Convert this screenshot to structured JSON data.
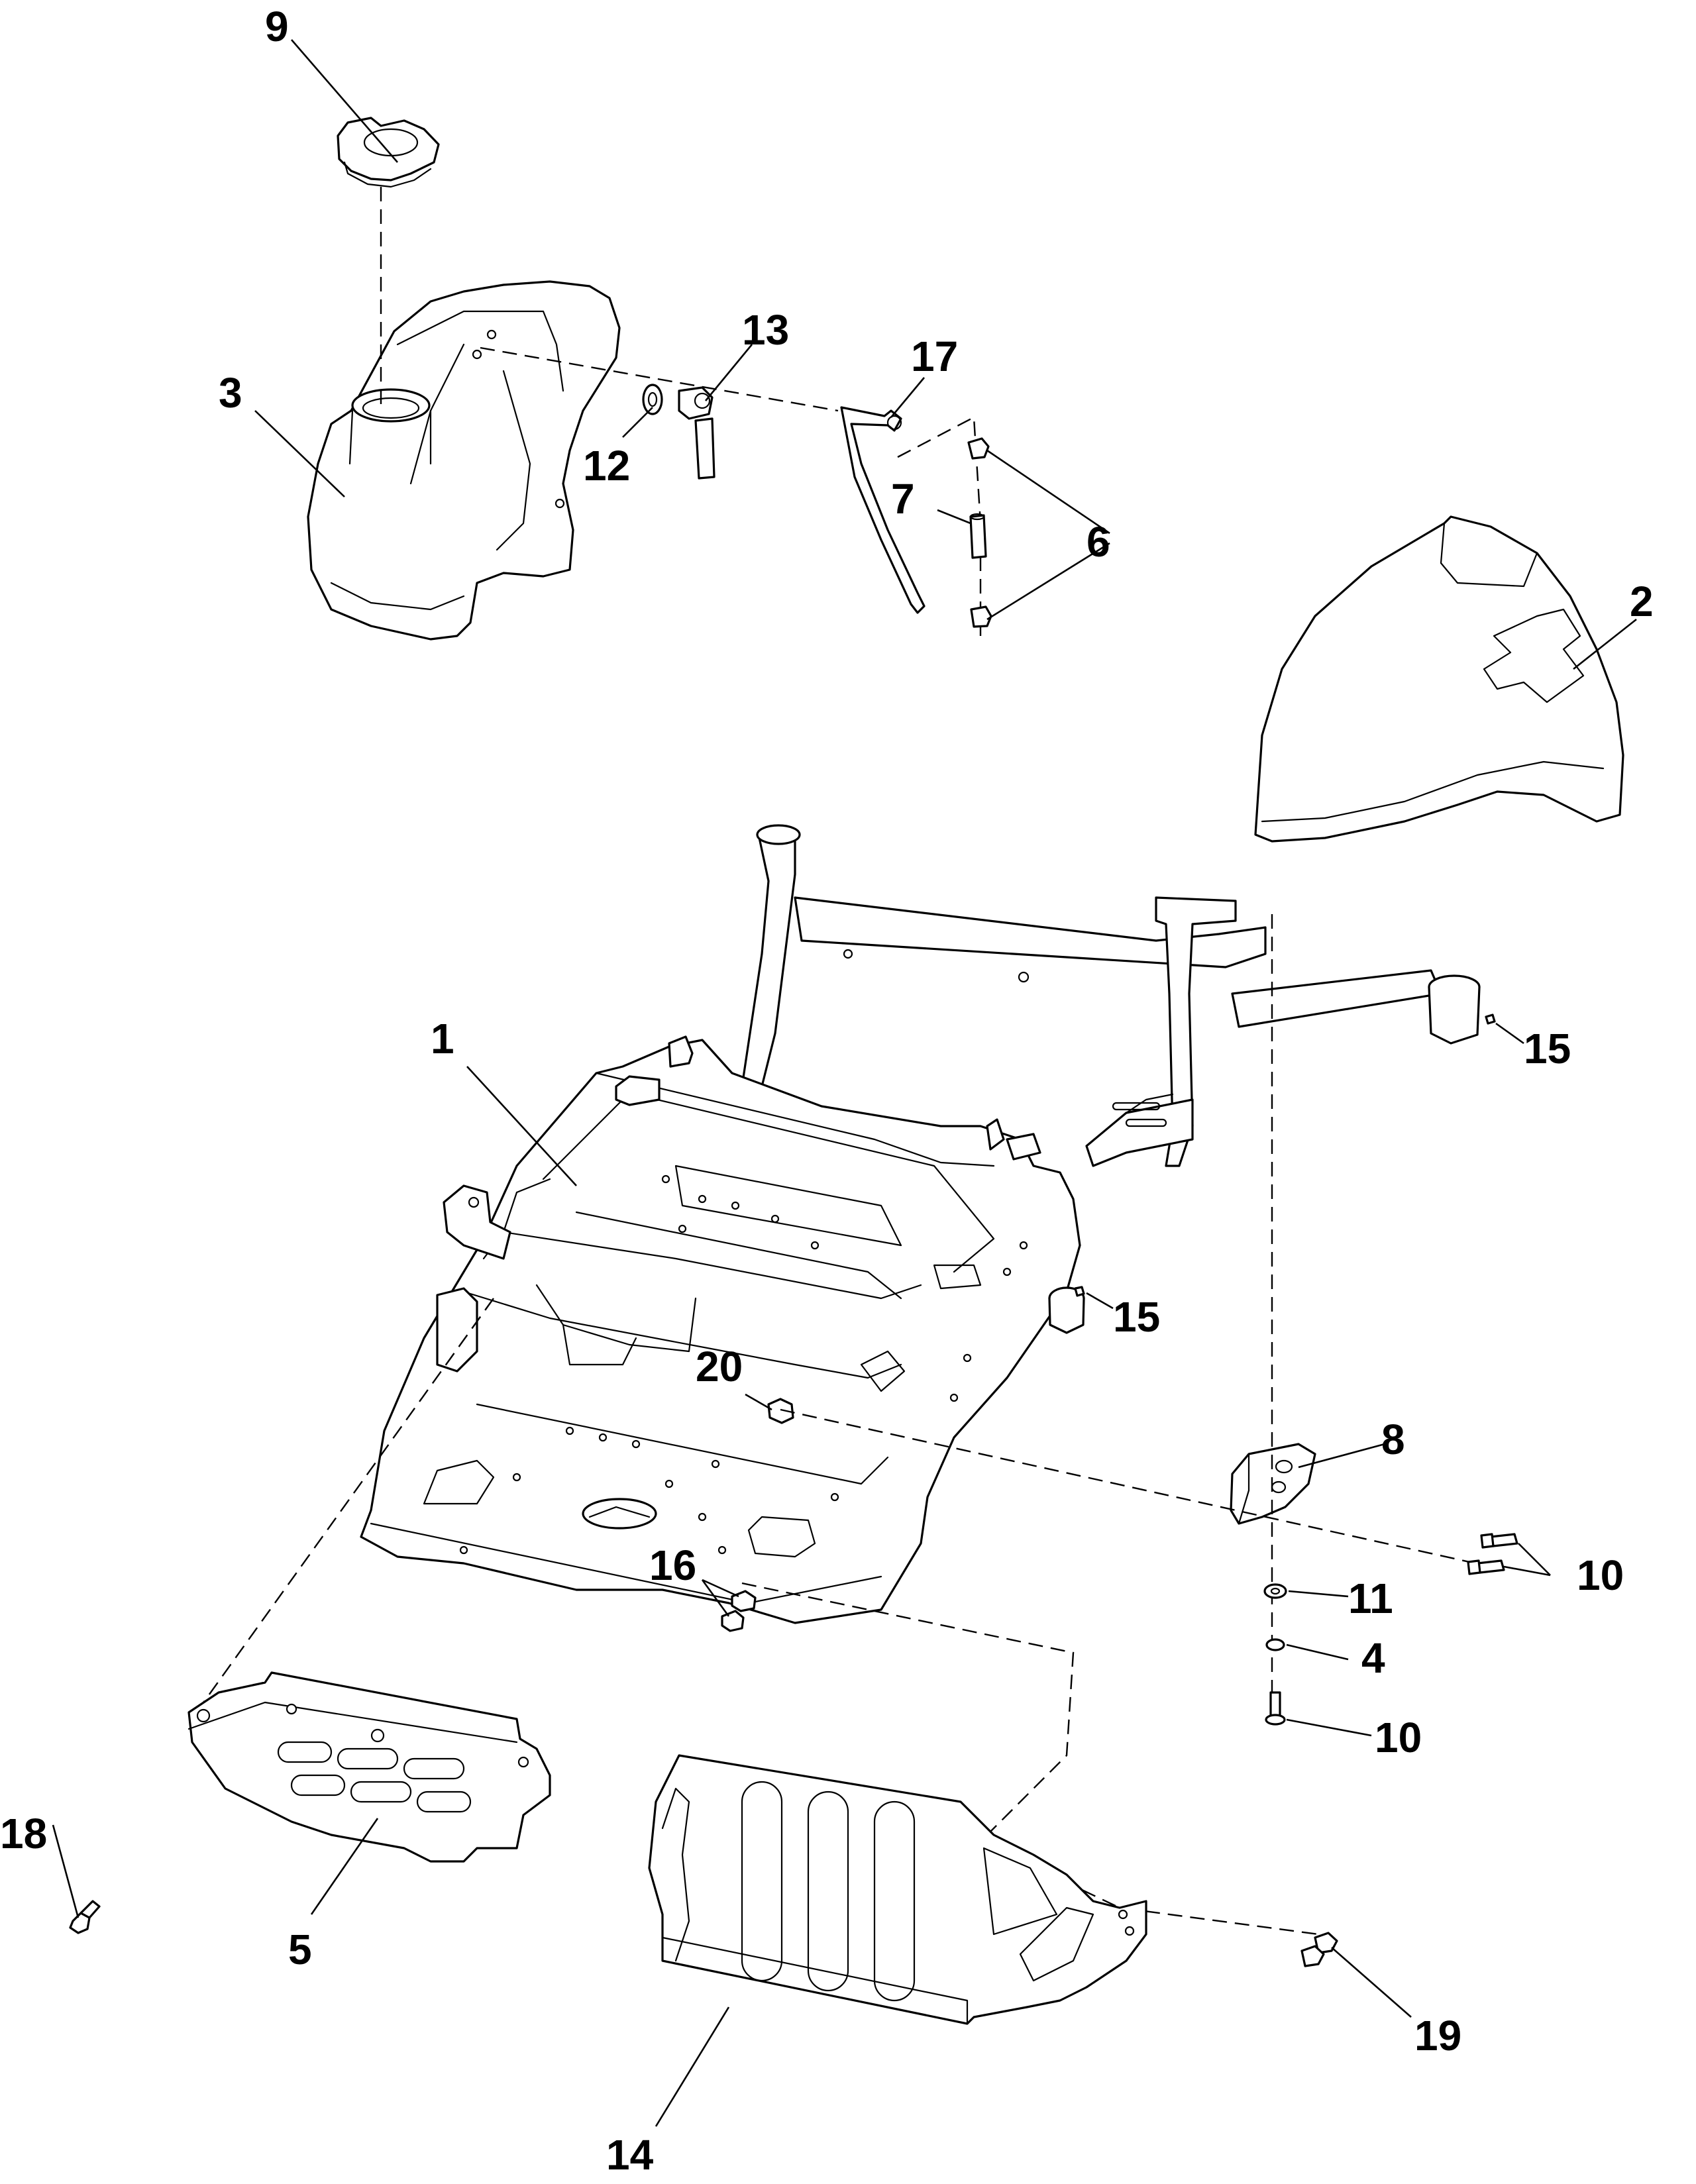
{
  "diagram": {
    "type": "exploded-parts-diagram",
    "line_color": "#000000",
    "background": "#ffffff",
    "callouts": [
      "1",
      "2",
      "3",
      "4",
      "5",
      "6",
      "7",
      "8",
      "9",
      "10",
      "10",
      "11",
      "12",
      "13",
      "14",
      "15",
      "15",
      "16",
      "17",
      "18",
      "19",
      "20"
    ]
  }
}
